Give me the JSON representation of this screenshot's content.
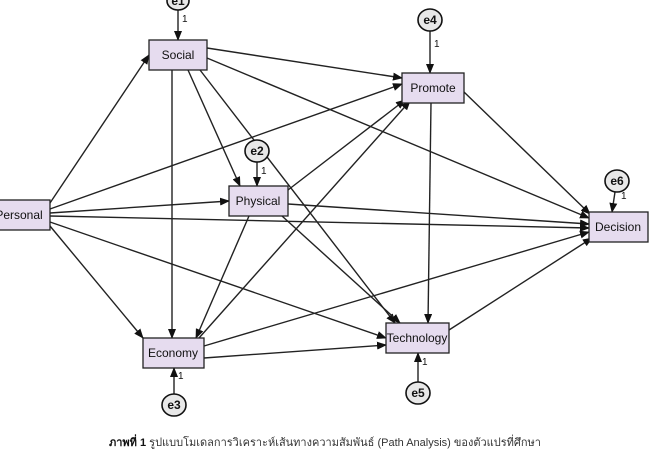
{
  "nodes": {
    "personal": "Personal",
    "social": "Social",
    "physical": "Physical",
    "economy": "Economy",
    "promote": "Promote",
    "technology": "Technology",
    "decision": "Decision"
  },
  "errors": {
    "e1": {
      "label": "e1",
      "weight": "1"
    },
    "e2": {
      "label": "e2",
      "weight": "1"
    },
    "e3": {
      "label": "e3",
      "weight": "1"
    },
    "e4": {
      "label": "e4",
      "weight": "1"
    },
    "e5": {
      "label": "e5",
      "weight": "1"
    },
    "e6": {
      "label": "e6",
      "weight": "1"
    }
  },
  "caption": {
    "prefix": "ภาพที่ 1",
    "text": "รูปแบบโมเดลการวิเคราะห์เส้นทางความสัมพันธ์ (Path Analysis) ของตัวแปรที่ศึกษา"
  }
}
